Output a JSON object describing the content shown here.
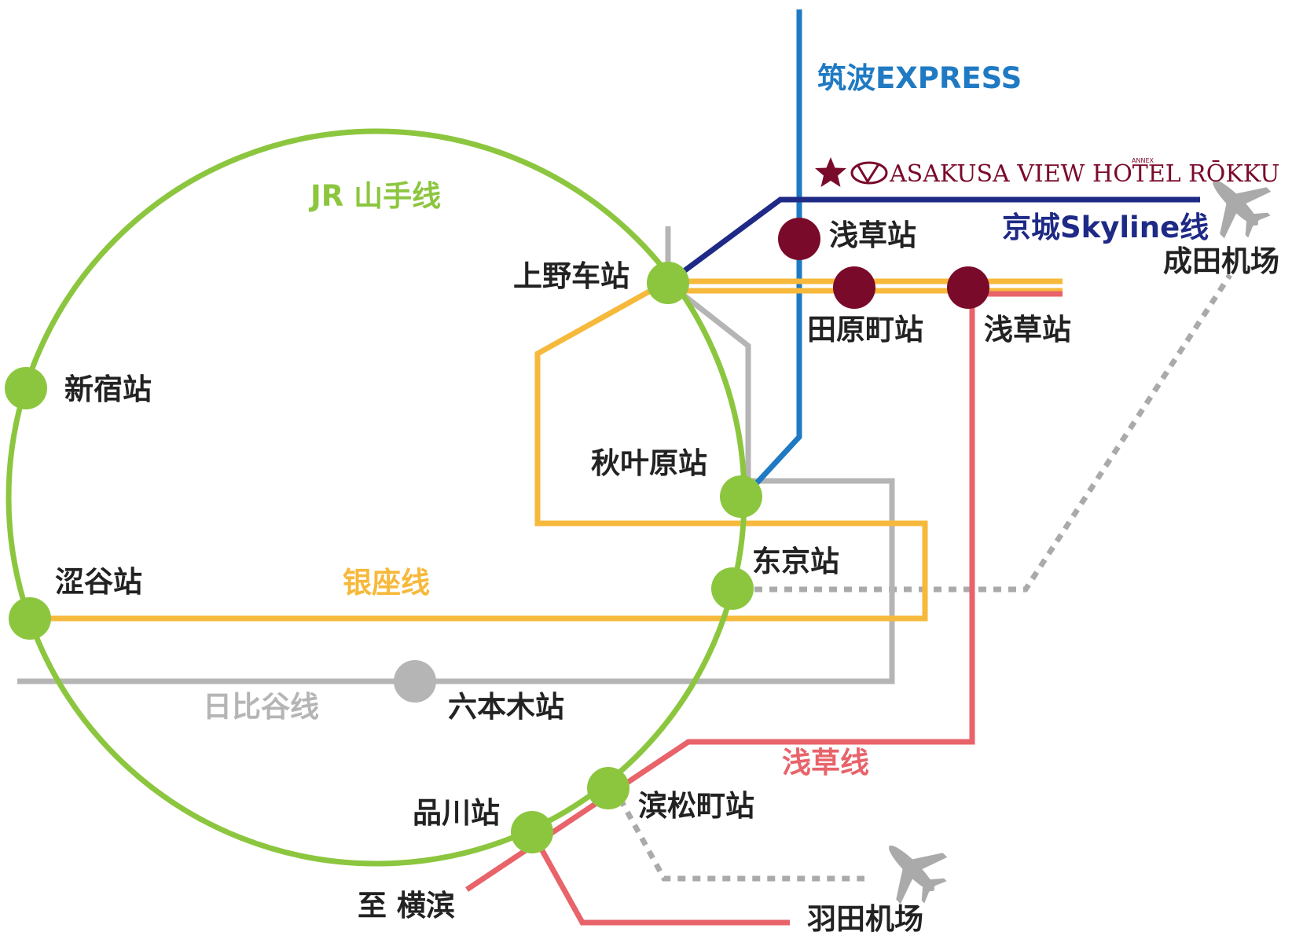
{
  "colors": {
    "yamanote": "#8cc63f",
    "ginza": "#f6b93b",
    "hibiya": "#b5b5b5",
    "tsukuba": "#1f7ac3",
    "keisei": "#1e2a86",
    "asakusa": "#e8636a",
    "station_maroon": "#7a0a2a",
    "airplane": "#aaaaaa",
    "label": "#222222"
  },
  "lines": {
    "yamanote": "JR 山手线",
    "ginza": "银座线",
    "hibiya": "日比谷线",
    "tsukuba": "筑波EXPRESS",
    "keisei": "京城Skyline线",
    "asakusa": "浅草线"
  },
  "hotel": {
    "marker_icon": "star-icon",
    "logo_icon": "hotel-logo-icon",
    "name": "ASAKUSA VIEW HOTEL RŌKKU",
    "annex": "ANNEX"
  },
  "stations": {
    "ueno": "上野车站",
    "shinjuku": "新宿站",
    "shibuya": "涩谷站",
    "akihabara": "秋叶原站",
    "tokyo": "东京站",
    "roppongi": "六本木站",
    "hamamatsucho": "滨松町站",
    "shinagawa": "品川站",
    "to_yokohama": "至 横滨",
    "asakusa_tx": "浅草站",
    "tawaramachi": "田原町站",
    "asakusa_ginza": "浅草站"
  },
  "airports": {
    "narita": "成田机场",
    "haneda": "羽田机场",
    "icon": "airplane-icon"
  }
}
